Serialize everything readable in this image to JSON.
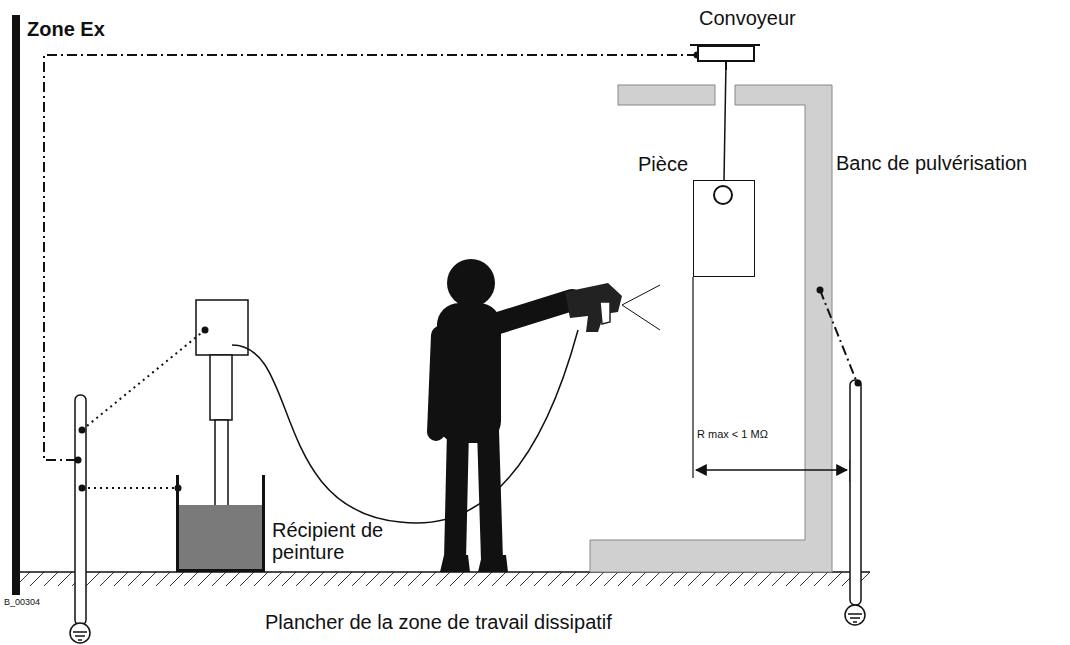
{
  "diagram": {
    "nodes": [
      {
        "text": [
          "Convoyeur"
        ]
      },
      {
        "text": [
          "Pièce"
        ]
      },
      {
        "text": [
          "Récipient de peinture"
        ]
      }
    ],
    "edges": [
      {
        "from": 0,
        "to": 1,
        "arrow": "none"
      }
    ],
    "labels": [
      "Zone Ex",
      "Banc de pulvérisation",
      "R max < 1 MΩ",
      "Plancher de la zone de travail dissipatif",
      "B_00304"
    ]
  }
}
